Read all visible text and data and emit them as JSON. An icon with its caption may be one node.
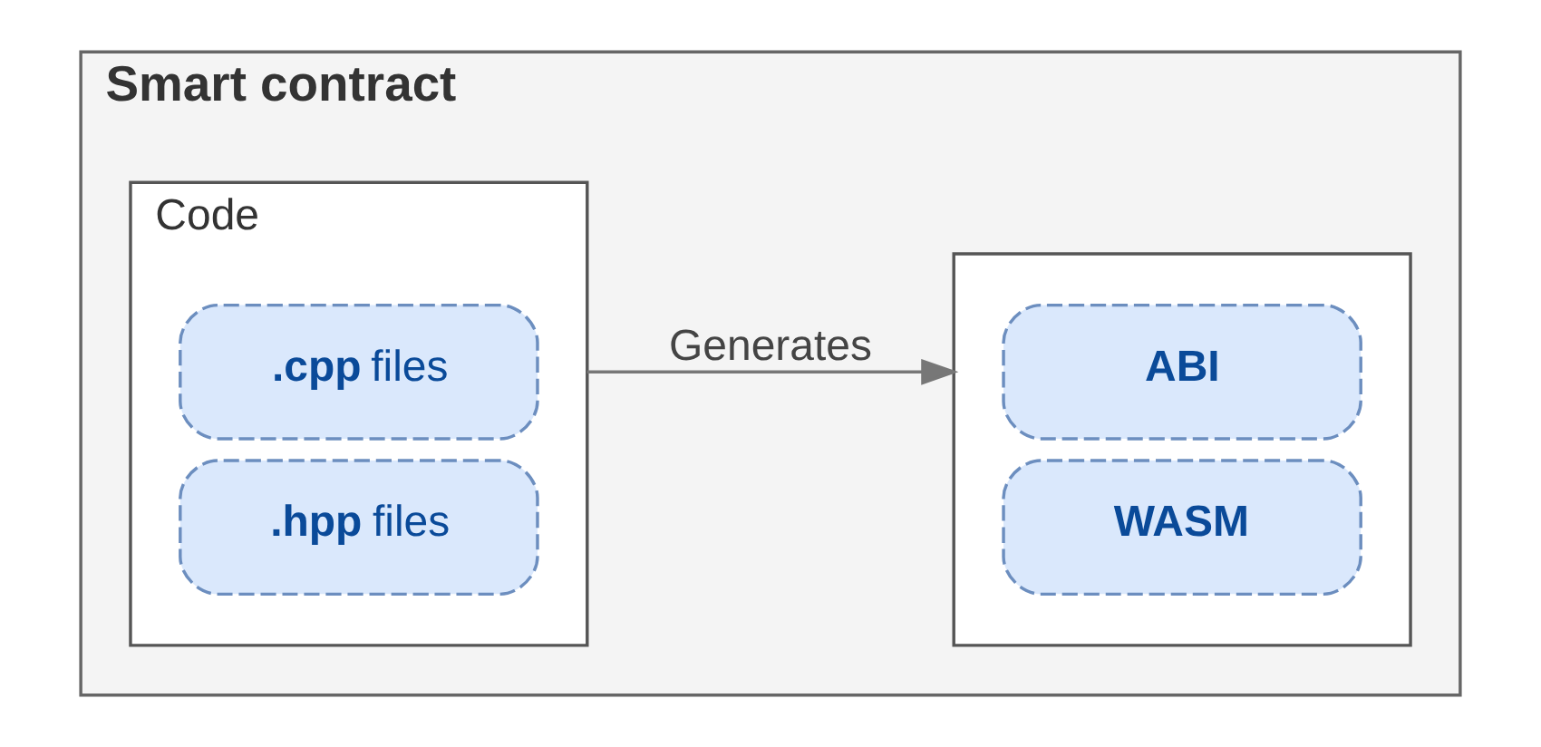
{
  "diagram": {
    "nodes": [
      {
        "text": [
          "Smart contract"
        ]
      },
      {
        "text": [
          "Code"
        ],
        "in": 0
      },
      {
        "text": [
          "**.cpp** files"
        ],
        "in": 1
      },
      {
        "text": [
          "**.hpp** files"
        ],
        "in": 1
      },
      {
        "text": [],
        "shape": "box",
        "in": 0
      },
      {
        "text": [
          "ABI"
        ],
        "in": 4
      },
      {
        "text": [
          "WASM"
        ],
        "in": 4
      }
    ],
    "edges": [
      {
        "from": 1,
        "to": 4,
        "arrow": "to",
        "label": "Generates"
      }
    ]
  }
}
